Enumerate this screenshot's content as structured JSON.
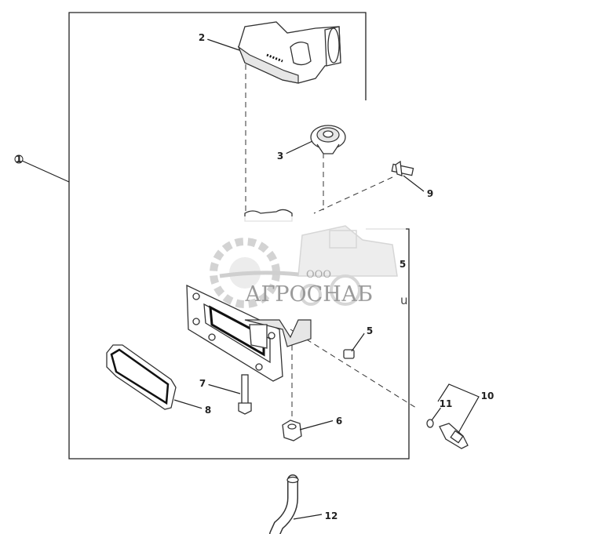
{
  "callouts": [
    {
      "id": "1",
      "label": "1"
    },
    {
      "id": "2",
      "label": "2"
    },
    {
      "id": "3",
      "label": "3"
    },
    {
      "id": "5a",
      "label": "5"
    },
    {
      "id": "5b",
      "label": "5"
    },
    {
      "id": "6",
      "label": "6"
    },
    {
      "id": "7",
      "label": "7"
    },
    {
      "id": "8",
      "label": "8"
    },
    {
      "id": "9",
      "label": "9"
    },
    {
      "id": "10",
      "label": "10"
    },
    {
      "id": "11",
      "label": "11"
    },
    {
      "id": "12",
      "label": "12"
    }
  ],
  "watermark": {
    "small": "ООО",
    "brand": "АГРОСНАБ",
    "suffix": "u"
  }
}
